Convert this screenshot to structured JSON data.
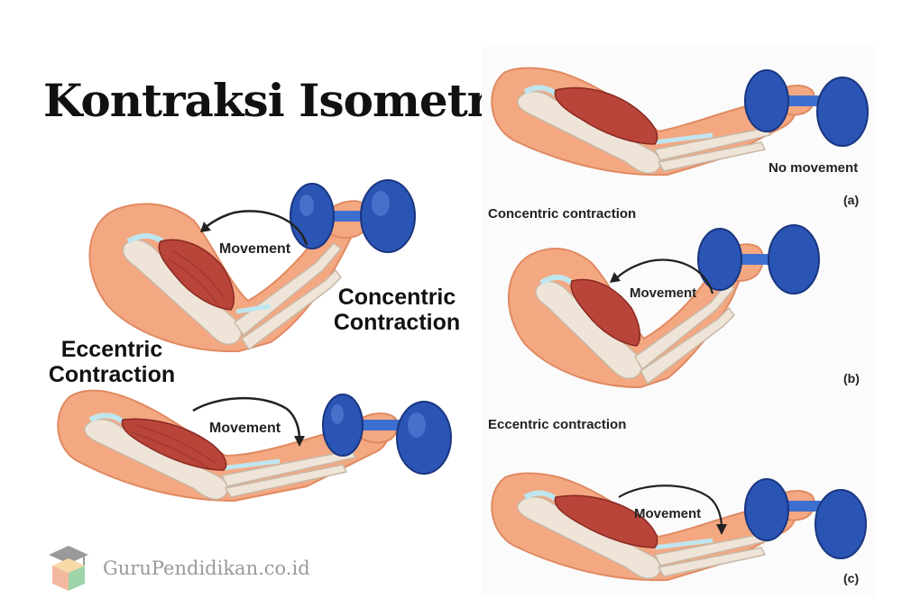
{
  "title": "Kontraksi Isometrik",
  "left": {
    "concentric_label": "Concentric\nContraction",
    "eccentric_label": "Eccentric\nContraction",
    "movement_top": "Movement",
    "movement_bottom": "Movement"
  },
  "right": {
    "no_movement": "No movement",
    "tag_a": "(a)",
    "concentric_heading": "Concentric contraction",
    "movement_b": "Movement",
    "tag_b": "(b)",
    "eccentric_heading": "Eccentric contraction",
    "movement_c": "Movement",
    "tag_c": "(c)"
  },
  "watermark": "GuruPendidikan.co.id",
  "colors": {
    "skin": "#f4a882",
    "skin_dark": "#e08a62",
    "muscle": "#b8443a",
    "bone": "#efe4d8",
    "tendon": "#bfe6ef",
    "dumbbell": "#2a55b4",
    "dumbbell_dark": "#1a3680",
    "bar": "#3d6fd0"
  }
}
